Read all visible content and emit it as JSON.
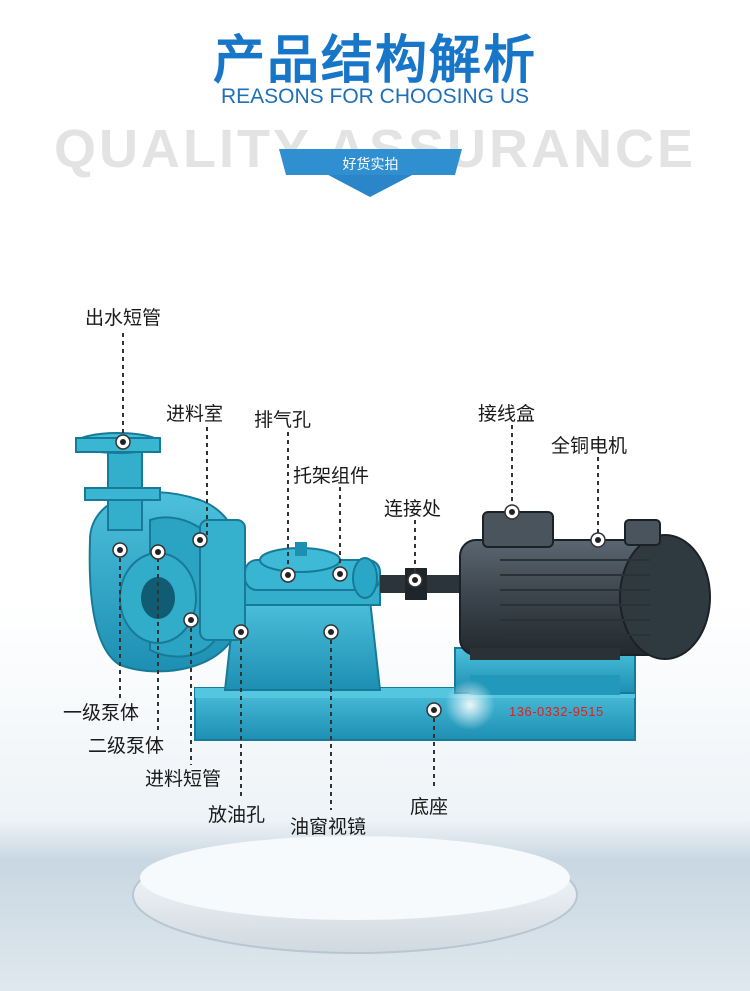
{
  "header": {
    "title": "产品结构解析",
    "subtitle": "REASONS FOR CHOOSING US",
    "watermark": "QUALITY ASSURANCE",
    "banner": "好货实拍"
  },
  "labels": {
    "outlet_pipe": "出水短管",
    "feed_chamber": "进料室",
    "exhaust_hole": "排气孔",
    "bracket_assembly": "托架组件",
    "connection": "连接处",
    "junction_box": "接线盒",
    "copper_motor": "全铜电机",
    "stage1_body": "一级泵体",
    "stage2_body": "二级泵体",
    "inlet_pipe": "进料短管",
    "oil_drain": "放油孔",
    "oil_window": "油窗视镜",
    "base": "底座"
  },
  "contact": {
    "phone": "136-0332-9515"
  },
  "colors": {
    "title": "#1876c8",
    "pump": "#2aa6c6",
    "motor": "#3d4650",
    "banner": "#2a86c9"
  }
}
